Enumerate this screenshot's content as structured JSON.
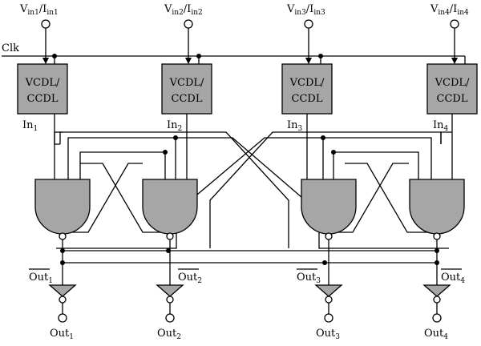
{
  "colors": {
    "block_fill": "#a6a6a6",
    "line": "#000000",
    "background": "#ffffff"
  },
  "clock_label": "Clk",
  "block_label_line1": "VCDL/",
  "block_label_line2": "CCDL",
  "channels": [
    {
      "input_main": "V",
      "input_sub": "in1",
      "input_sep": "/I",
      "input_sub2": "in1",
      "in_main": "In",
      "in_sub": "1",
      "outbar_main": "Out",
      "outbar_sub": "1",
      "out_main": "Out",
      "out_sub": "1"
    },
    {
      "input_main": "V",
      "input_sub": "in2",
      "input_sep": "/I",
      "input_sub2": "in2",
      "in_main": "In",
      "in_sub": "2",
      "outbar_main": "Out",
      "outbar_sub": "2",
      "out_main": "Out",
      "out_sub": "2"
    },
    {
      "input_main": "V",
      "input_sub": "in3",
      "input_sep": "/I",
      "input_sub2": "in3",
      "in_main": "In",
      "in_sub": "3",
      "outbar_main": "Out",
      "outbar_sub": "3",
      "out_main": "Out",
      "out_sub": "3"
    },
    {
      "input_main": "V",
      "input_sub": "in4",
      "input_sep": "/I",
      "input_sub2": "in4",
      "in_main": "In",
      "in_sub": "4",
      "outbar_main": "Out",
      "outbar_sub": "4",
      "out_main": "Out",
      "out_sub": "4"
    }
  ]
}
